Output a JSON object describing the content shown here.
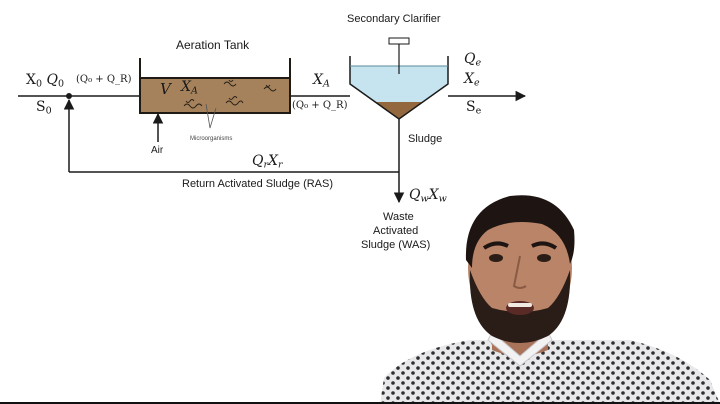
{
  "diagram": {
    "aeration_tank": {
      "title": "Aeration Tank",
      "volume_symbol": "V",
      "biomass_symbol": "X",
      "biomass_sub": "A",
      "organisms_label": "Microorganisms",
      "air_label": "Air"
    },
    "influent": {
      "x_symbol": "X",
      "x_sub": "0",
      "q_symbol": "Q",
      "q_sub": "0",
      "s_symbol": "S",
      "s_sub": "0",
      "combined_flow": "(Q₀ + Q_R)"
    },
    "tank_outflow": {
      "x_symbol": "X",
      "x_sub": "A",
      "flow": "(Q₀ + Q_R)"
    },
    "clarifier": {
      "title": "Secondary Clarifier",
      "sludge_label": "Sludge"
    },
    "effluent": {
      "q_symbol": "Q",
      "q_sub": "e",
      "x_symbol": "X",
      "x_sub": "e",
      "s_symbol": "S",
      "s_sub": "e"
    },
    "return_sludge": {
      "label": "Return Activated Sludge (RAS)",
      "q_symbol": "Q",
      "q_sub": "r",
      "x_symbol": "X",
      "x_sub": "r"
    },
    "waste_sludge": {
      "label_line1": "Waste",
      "label_line2": "Activated",
      "label_line3": "Sludge (WAS)",
      "q_symbol": "Q",
      "q_sub": "w",
      "x_symbol": "X",
      "x_sub": "w"
    }
  },
  "colors": {
    "tank_fill": "#a6825c",
    "tank_border": "#1f1a14",
    "clarifier_water": "#c6e4ef",
    "clarifier_sludge": "#93683f",
    "line": "#1a1a1a",
    "shirt": "#e8e8ea",
    "shirt_dots": "#2d2d30",
    "skin": "#b98468",
    "hair": "#1e1512"
  }
}
